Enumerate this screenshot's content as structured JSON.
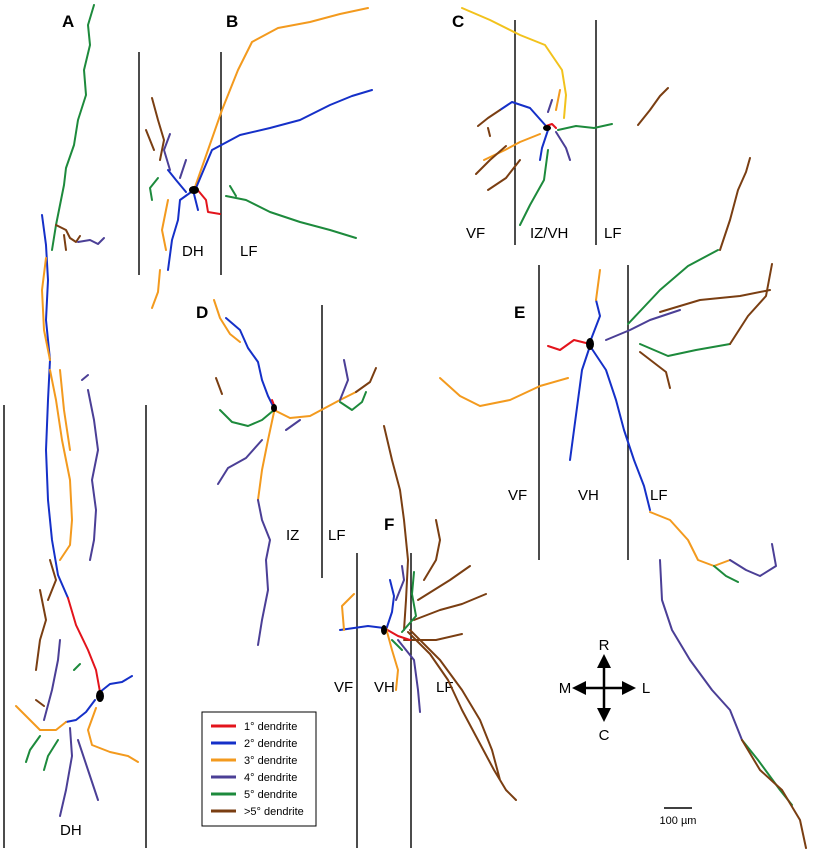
{
  "panels": [
    {
      "id": "A",
      "label": "A",
      "regions": [
        "DH"
      ]
    },
    {
      "id": "B",
      "label": "B",
      "regions": [
        "DH",
        "LF"
      ]
    },
    {
      "id": "C",
      "label": "C",
      "regions": [
        "VF",
        "IZ/VH",
        "LF"
      ]
    },
    {
      "id": "D",
      "label": "D",
      "regions": [
        "IZ",
        "LF"
      ]
    },
    {
      "id": "E",
      "label": "E",
      "regions": [
        "VF",
        "VH",
        "LF"
      ]
    },
    {
      "id": "F",
      "label": "F",
      "regions": [
        "VF",
        "VH",
        "LF"
      ]
    }
  ],
  "legend": {
    "items": [
      {
        "label": "1° dendrite",
        "color": "#e3141c"
      },
      {
        "label": "2° dendrite",
        "color": "#1530c8"
      },
      {
        "label": "3° dendrite",
        "color": "#f39a1e"
      },
      {
        "label": "4° dendrite",
        "color": "#4b3f96"
      },
      {
        "label": "5° dendrite",
        "color": "#1d8a3c"
      },
      {
        "label": ">5° dendrite",
        "color": "#7a3e12"
      }
    ]
  },
  "colors": {
    "primary": "#e3141c",
    "secondary": "#1530c8",
    "tertiary": "#f39a1e",
    "quaternary": "#4b3f96",
    "quinary": "#1d8a3c",
    "higher": "#7a3e12",
    "soma": "#000000",
    "boundary": "#000000"
  },
  "compass": {
    "up": "R",
    "down": "C",
    "left": "M",
    "right": "L"
  },
  "scale_bar": {
    "label": "100 µm"
  }
}
